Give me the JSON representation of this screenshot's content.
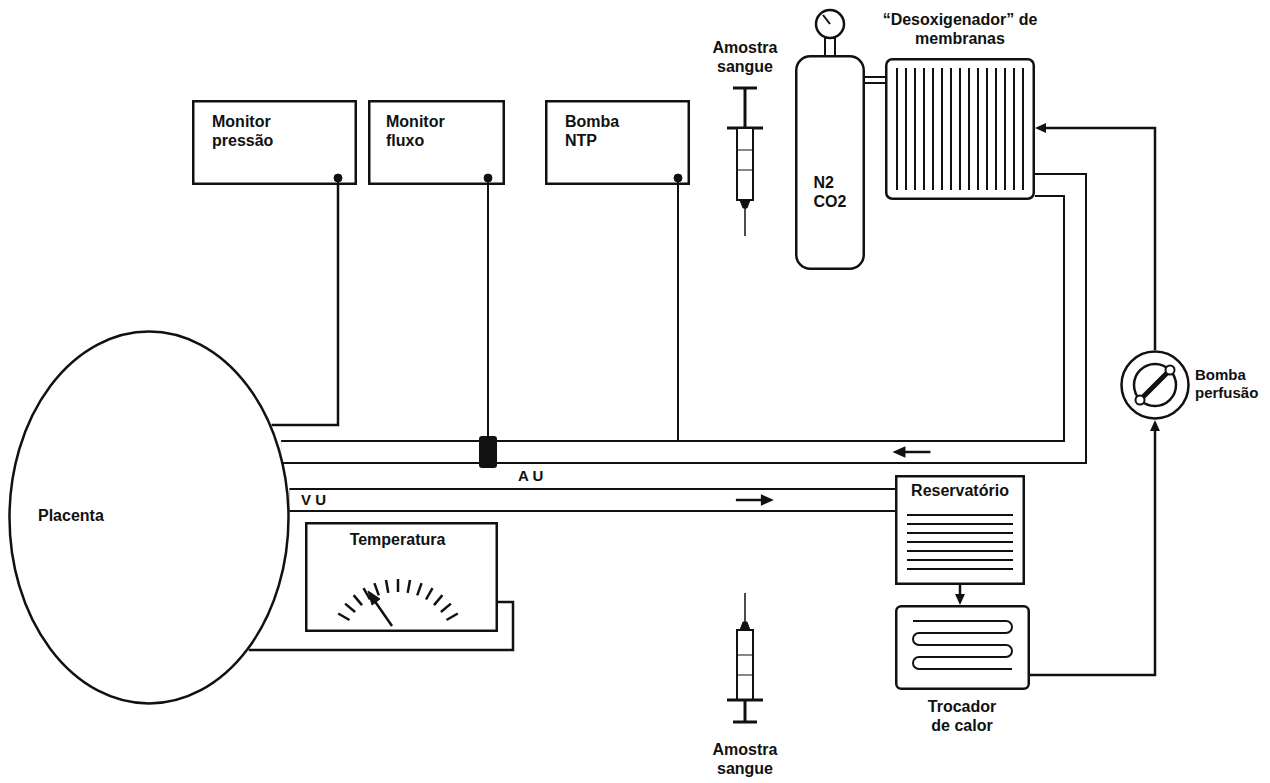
{
  "diagram": {
    "nodes": [
      {
        "text": [
          "Monitor pressão"
        ]
      },
      {
        "text": [
          "Monitor fluxo"
        ]
      },
      {
        "text": [
          "Bomba NTP"
        ]
      },
      {
        "text": [
          "N2 CO2"
        ]
      },
      {
        "text": [
          "“Desoxigenador” de membranas"
        ]
      },
      {
        "text": [
          "Placenta"
        ]
      },
      {
        "text": [
          "Bomba perfusão"
        ]
      },
      {
        "text": [
          "Temperatura"
        ]
      },
      {
        "text": [
          "Reservatório"
        ]
      },
      {
        "text": [
          "Trocador de calor"
        ]
      }
    ],
    "edges": [
      {
        "from": 3,
        "to": 4,
        "arrow": "none"
      },
      {
        "from": 6,
        "to": 4,
        "arrow": "to"
      },
      {
        "from": 4,
        "to": 5,
        "label": "A U",
        "arrow": "to"
      },
      {
        "from": 5,
        "to": 8,
        "label": "V U",
        "arrow": "to"
      },
      {
        "from": 8,
        "to": 9,
        "arrow": "to"
      },
      {
        "from": 9,
        "to": 6,
        "arrow": "to"
      },
      {
        "from": 0,
        "to": 5,
        "arrow": "none"
      },
      {
        "from": 7,
        "to": 5,
        "arrow": "none"
      }
    ],
    "labels": [
      "Amostra sangue",
      "Amostra sangue"
    ]
  }
}
